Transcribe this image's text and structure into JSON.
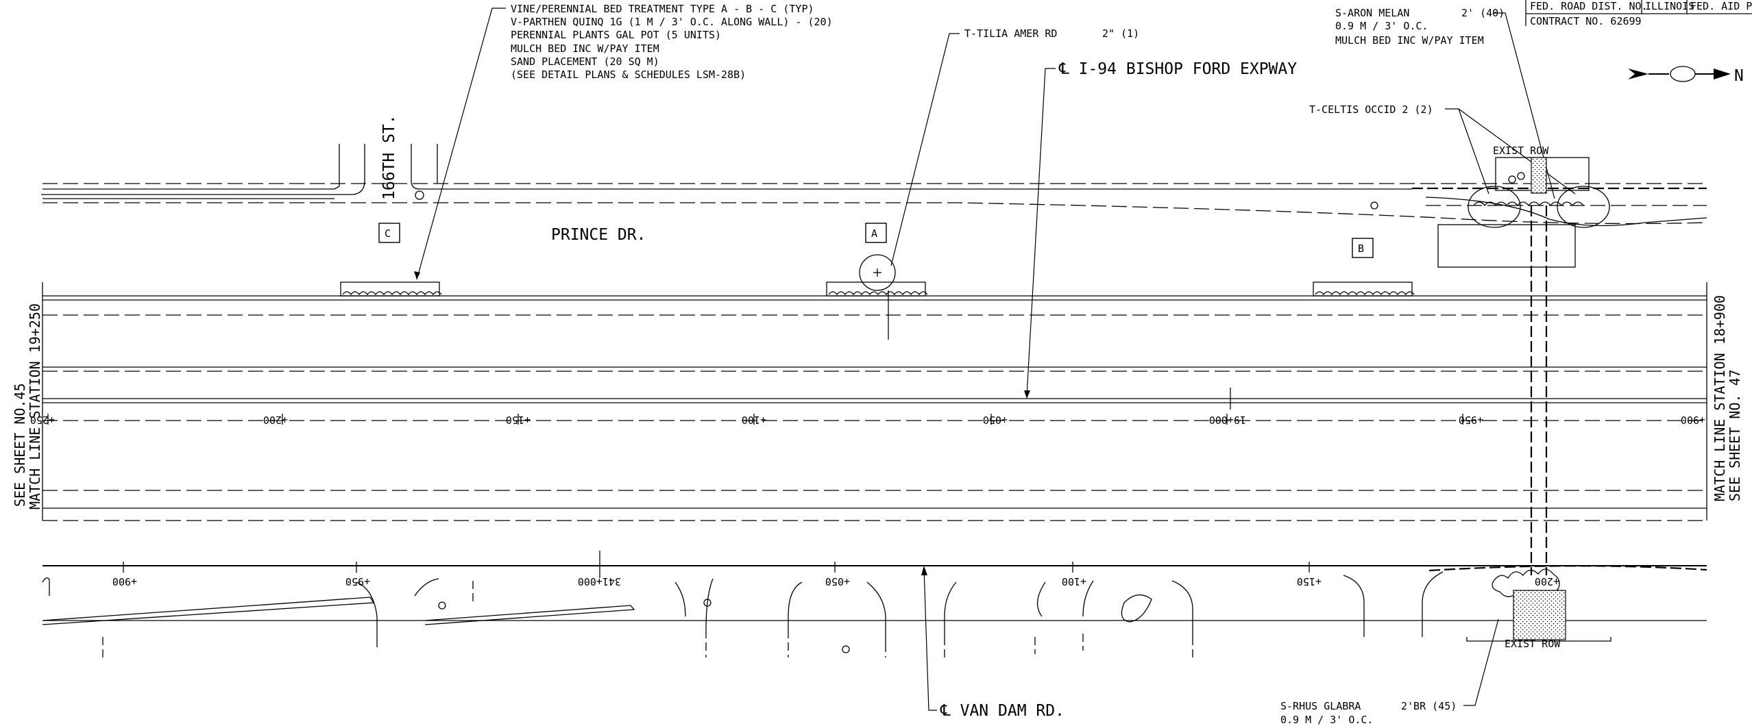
{
  "notes": {
    "vine_bed": [
      "VINE/PERENNIAL BED TREATMENT TYPE A - B - C  (TYP)",
      "V-PARTHEN QUINQ 1G (1 M / 3' O.C. ALONG WALL) - (20)",
      "PERENNIAL PLANTS GAL POT (5 UNITS)",
      "MULCH BED INC W/PAY ITEM",
      "SAND PLACEMENT (20 SQ M)",
      "(SEE DETAIL PLANS & SCHEDULES LSM-28B)"
    ],
    "tilia": {
      "name": "T-TILIA AMER RD",
      "size": "2\" (1)"
    },
    "aron": [
      "S-ARON MELAN",
      "2' (40)",
      "0.9 M / 3' O.C.",
      "MULCH BED INC W/PAY ITEM"
    ],
    "celtis": "T-CELTIS OCCID 2 (2)",
    "rhus": [
      "S-RHUS GLABRA",
      "2'BR (45)",
      "0.9 M / 3' O.C."
    ]
  },
  "title_block": {
    "fed_road": "FED. ROAD DIST. NO.",
    "state": "ILLINOIS",
    "fed_aid": "FED. AID PROJ",
    "contract": "CONTRACT NO. 62699"
  },
  "labels": {
    "centerline_i94": "℄ I-94 BISHOP FORD EXPWAY",
    "centerline_vandam": "℄ VAN DAM RD.",
    "street_166": "166TH ST.",
    "prince_dr": "PRINCE DR.",
    "exist_row": "EXIST ROW",
    "match_left_1": "SEE SHEET NO.45",
    "match_left_2": "MATCH LINE STATION 19+250",
    "match_right_1": "MATCH LINE STATION 18+900",
    "match_right_2": "SEE SHEET NO. 47",
    "north": "N"
  },
  "bed_types": [
    "C",
    "A",
    "B"
  ],
  "stations_i94": [
    "+250",
    "+200",
    "+150",
    "+100",
    "+050",
    "19+000",
    "+950",
    "+900"
  ],
  "stations_vandam": [
    "+900",
    "+950",
    "341+000",
    "+050",
    "+100",
    "+150",
    "+200"
  ]
}
